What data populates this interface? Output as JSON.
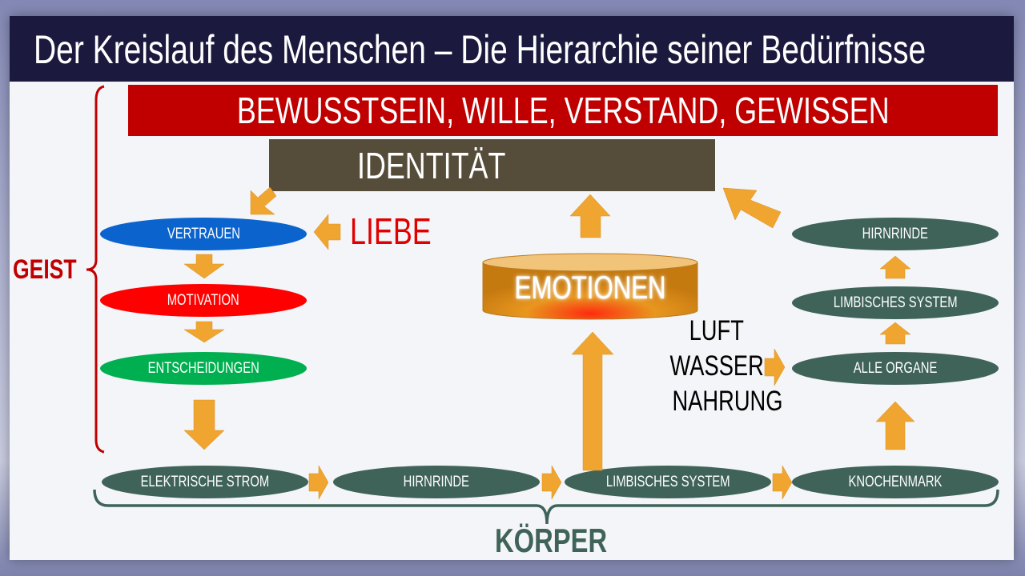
{
  "title": "Der Kreislauf des Menschen – Die Hierarchie seiner Bedürfnisse",
  "top_bar": "BEWUSSTSEIN, WILLE, VERSTAND, GEWISSEN",
  "identity": "IDENTITÄT",
  "geist_label": "GEIST",
  "koerper_label": "KÖRPER",
  "liebe": "LIEBE",
  "emotions": "EMOTIONEN",
  "inputs": {
    "air": "LUFT",
    "water": "WASSER",
    "food": "NAHRUNG"
  },
  "geist_nodes": [
    {
      "label": "VERTRAUEN",
      "color": "#0b63ce"
    },
    {
      "label": "MOTIVATION",
      "color": "#ff0000"
    },
    {
      "label": "ENTSCHEIDUNGEN",
      "color": "#00b050"
    }
  ],
  "body_row": [
    "ELEKTRISCHE STROM",
    "HIRNRINDE",
    "LIMBISCHES SYSTEM",
    "KNOCHENMARK"
  ],
  "right_column": [
    "HIRNRINDE",
    "LIMBISCHES SYSTEM",
    "ALLE ORGANE"
  ],
  "colors": {
    "title_bg": "#1b1a3e",
    "red": "#c00000",
    "identity_bg": "#564c3a",
    "teal": "#3f6359",
    "arrow": "#f0a530"
  }
}
